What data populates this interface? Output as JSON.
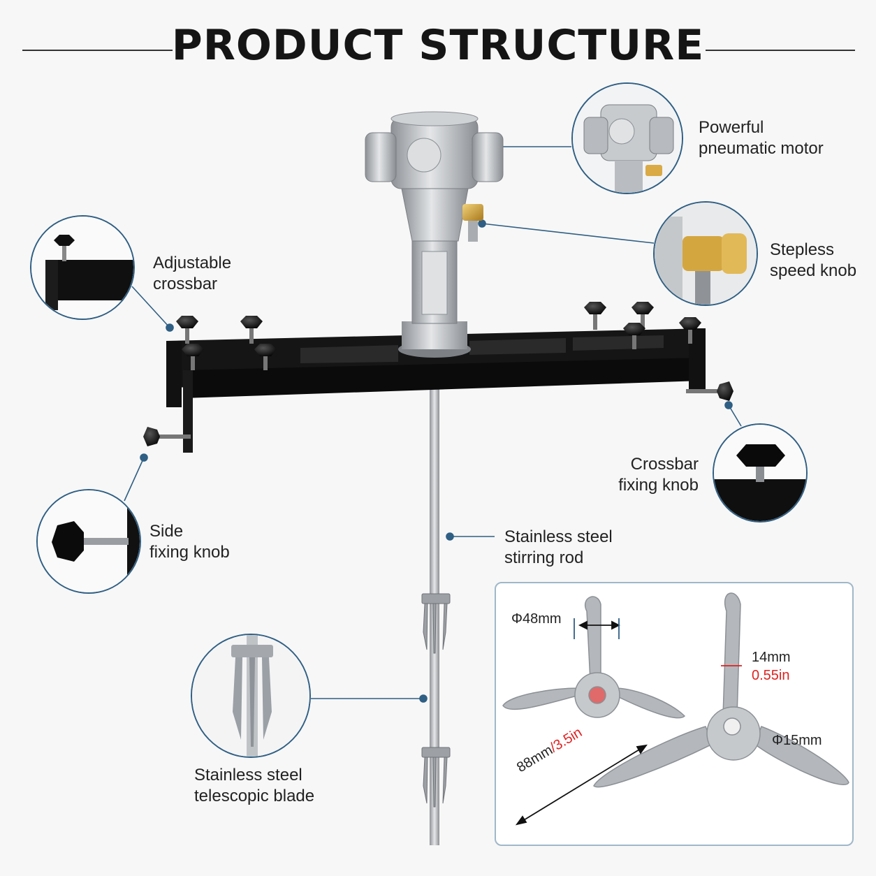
{
  "heading": "PRODUCT STRUCTURE",
  "callouts": {
    "motor": {
      "line1": "Powerful",
      "line2": "pneumatic motor"
    },
    "speed_knob": {
      "line1": "Stepless",
      "line2": "speed knob"
    },
    "crossbar": {
      "line1": "Adjustable",
      "line2": "crossbar"
    },
    "crossbar_knob": {
      "line1": "Crossbar",
      "line2": "fixing knob"
    },
    "side_knob": {
      "line1": "Side",
      "line2": "fixing knob"
    },
    "rod": {
      "line1": "Stainless steel",
      "line2": "stirring rod"
    },
    "blade": {
      "line1": "Stainless steel",
      "line2": "telescopic blade"
    }
  },
  "specs": {
    "diameter_blade": "Φ48mm",
    "thickness_mm": "14mm",
    "thickness_in": "0.55in",
    "hub_diameter": "Φ15mm",
    "span_mm": "88mm",
    "span_sep": "/",
    "span_in": "3.5in"
  },
  "colors": {
    "accent": "#2f5f84",
    "dimension_red": "#e02121",
    "frame_black": "#121212",
    "steel": "#b9bcc0"
  }
}
